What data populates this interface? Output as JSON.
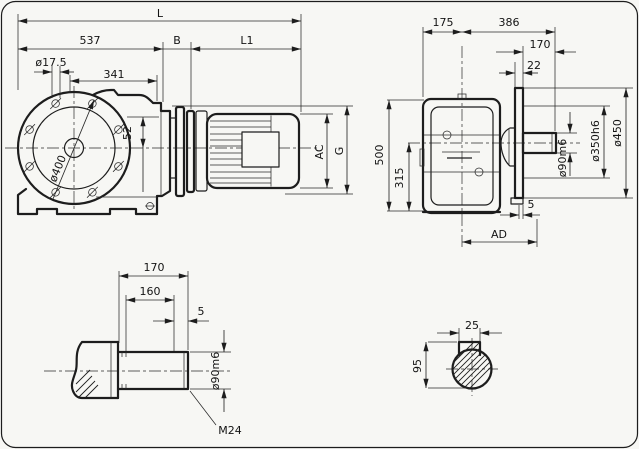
{
  "colors": {
    "paper": "#f7f7f4",
    "ink": "#1d1d1d"
  },
  "views": {
    "side": {
      "dims": {
        "L": "L",
        "d537": "537",
        "B": "B",
        "L1": "L1",
        "d17_5": "ø17.5",
        "d341": "341",
        "d400": "ø400",
        "d52": "52",
        "AC": "AC",
        "G": "G"
      }
    },
    "front": {
      "dims": {
        "d175": "175",
        "d386": "386",
        "d170": "170",
        "d22": "22",
        "d500": "500",
        "d315": "315",
        "d90": "ø90m6",
        "d350": "ø350h6",
        "d450": "ø450",
        "d5": "5",
        "AD": "AD"
      }
    },
    "shaft_detail": {
      "dims": {
        "d170": "170",
        "d160": "160",
        "d5": "5",
        "d90": "ø90m6",
        "M24": "M24"
      }
    },
    "key_section": {
      "dims": {
        "d25": "25",
        "d95": "95"
      }
    }
  }
}
